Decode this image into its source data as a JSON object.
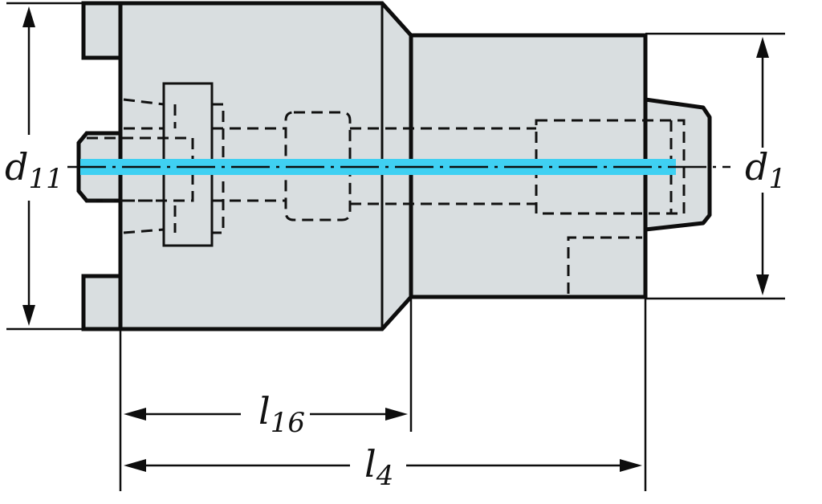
{
  "dimensions": {
    "d11": {
      "letter": "d",
      "subscript": "11"
    },
    "d1": {
      "letter": "d",
      "subscript": "1"
    },
    "l16": {
      "letter": "l",
      "subscript": "16"
    },
    "l4": {
      "letter": "l",
      "subscript": "4"
    }
  },
  "colors": {
    "body_fill": "#d9dee0",
    "outline": "#0d0d0d",
    "axis_highlight": "#3fd0f2",
    "background": "#ffffff"
  }
}
